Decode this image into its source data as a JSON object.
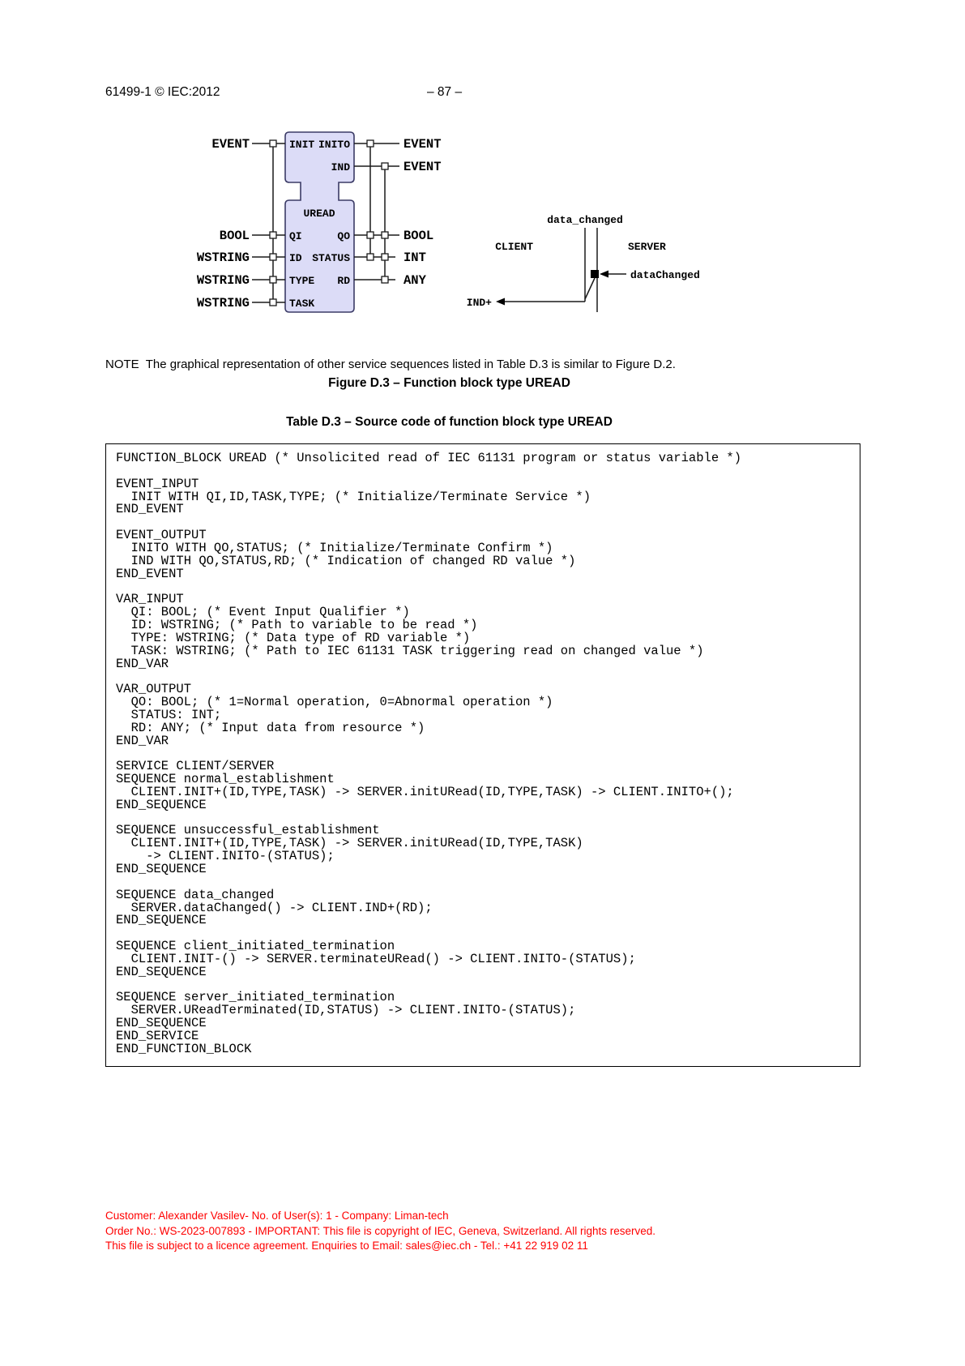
{
  "header": {
    "doc_ref": "61499-1 © IEC:2012",
    "page_number": "– 87 –"
  },
  "figure": {
    "note": "NOTE  The graphical representation of other service sequences listed in Table D.3 is similar to Figure D.2.",
    "caption": "Figure D.3 – Function block type UREAD",
    "fb": {
      "fill_color": "#dcdcf7",
      "border_color": "#3b3b66",
      "type_name": "UREAD",
      "event_input": "INIT",
      "event_output_1": "INITO",
      "event_output_2": "IND",
      "var_in_1": "QI",
      "var_in_2": "ID",
      "var_in_3": "TYPE",
      "var_in_4": "TASK",
      "var_out_1": "QO",
      "var_out_2": "STATUS",
      "var_out_3": "RD",
      "left_type_1": "EVENT",
      "left_type_2": "BOOL",
      "left_type_3": "WSTRING",
      "left_type_4": "WSTRING",
      "left_type_5": "WSTRING",
      "right_type_1": "EVENT",
      "right_type_2": "EVENT",
      "right_type_3": "BOOL",
      "right_type_4": "INT",
      "right_type_5": "ANY"
    },
    "sequence": {
      "name": "data_changed",
      "client_label": "CLIENT",
      "server_label": "SERVER",
      "server_primitive": "dataChanged",
      "client_primitive": "IND+"
    }
  },
  "table": {
    "caption": "Table D.3 – Source code of function block type UREAD",
    "code": "FUNCTION_BLOCK UREAD (* Unsolicited read of IEC 61131 program or status variable *)\n\nEVENT_INPUT\n  INIT WITH QI,ID,TASK,TYPE; (* Initialize/Terminate Service *)\nEND_EVENT\n\nEVENT_OUTPUT\n  INITO WITH QO,STATUS; (* Initialize/Terminate Confirm *)\n  IND WITH QO,STATUS,RD; (* Indication of changed RD value *)\nEND_EVENT\n\nVAR_INPUT\n  QI: BOOL; (* Event Input Qualifier *)\n  ID: WSTRING; (* Path to variable to be read *)\n  TYPE: WSTRING; (* Data type of RD variable *)\n  TASK: WSTRING; (* Path to IEC 61131 TASK triggering read on changed value *)\nEND_VAR\n\nVAR_OUTPUT\n  QO: BOOL; (* 1=Normal operation, 0=Abnormal operation *)\n  STATUS: INT;\n  RD: ANY; (* Input data from resource *)\nEND_VAR\n\nSERVICE CLIENT/SERVER\nSEQUENCE normal_establishment\n  CLIENT.INIT+(ID,TYPE,TASK) -> SERVER.initURead(ID,TYPE,TASK) -> CLIENT.INITO+();\nEND_SEQUENCE\n\nSEQUENCE unsuccessful_establishment\n  CLIENT.INIT+(ID,TYPE,TASK) -> SERVER.initURead(ID,TYPE,TASK)\n    -> CLIENT.INITO-(STATUS);\nEND_SEQUENCE\n\nSEQUENCE data_changed\n  SERVER.dataChanged() -> CLIENT.IND+(RD);\nEND_SEQUENCE\n\nSEQUENCE client_initiated_termination\n  CLIENT.INIT-() -> SERVER.terminateURead() -> CLIENT.INITO-(STATUS);\nEND_SEQUENCE\n\nSEQUENCE server_initiated_termination\n  SERVER.UReadTerminated(ID,STATUS) -> CLIENT.INITO-(STATUS);\nEND_SEQUENCE\nEND_SERVICE\nEND_FUNCTION_BLOCK"
  },
  "footer": {
    "color": "#ff0000",
    "line1": "Customer: Alexander Vasilev- No. of User(s): 1 - Company: Liman-tech",
    "line2": "Order No.: WS-2023-007893 - IMPORTANT: This file is copyright of IEC, Geneva, Switzerland. All rights reserved.",
    "line3": "This file is subject to a licence agreement. Enquiries to Email: sales@iec.ch - Tel.: +41 22 919 02 11"
  }
}
